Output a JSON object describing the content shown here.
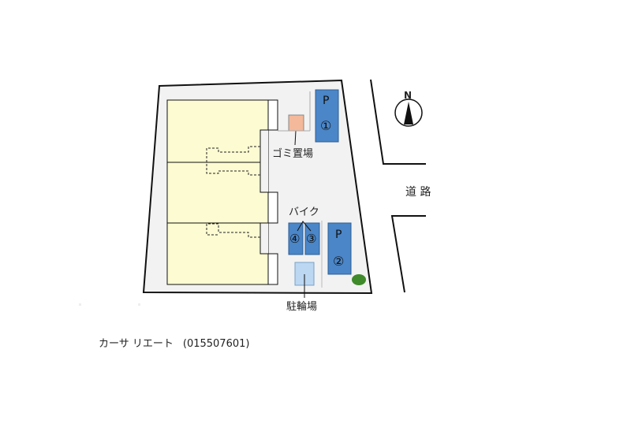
{
  "map": {
    "north_label": "N",
    "road_label": "道 路",
    "garbage_label": "ゴミ置場",
    "bike_label": "バイク",
    "bicycle_label": "駐輪場",
    "parking": [
      {
        "symbol": "P",
        "number": "①"
      },
      {
        "symbol": "P",
        "number": "②"
      }
    ],
    "bike_spaces": [
      {
        "number": "④"
      },
      {
        "number": "③"
      }
    ],
    "colors": {
      "lot": "#f2f2f2",
      "building": "#fdfbd1",
      "parking": "#4a86c8",
      "parking_border": "#2f5f95",
      "garbage": "#f4b99a",
      "bicycle": "#bcd7f1",
      "tree": "#3f8a2a"
    }
  },
  "caption": {
    "property_name": "カーサ リエート",
    "property_code": "(015507601)"
  }
}
